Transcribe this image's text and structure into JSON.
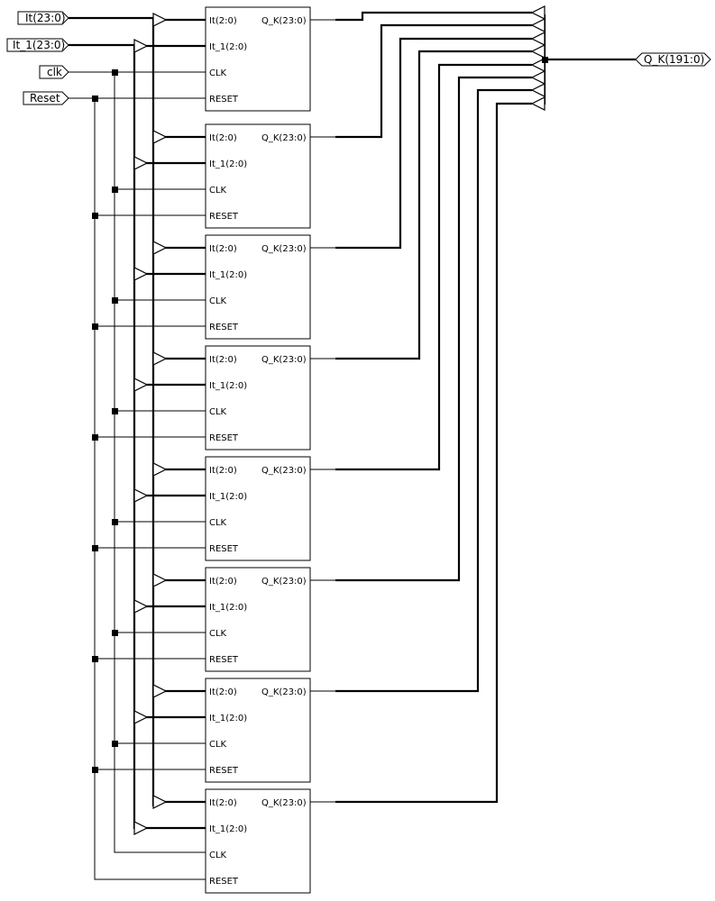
{
  "inputs": {
    "it": "It(23:0)",
    "it_1": "It_1(23:0)",
    "clk": "clk",
    "reset": "Reset"
  },
  "output": "Q_K(191:0)",
  "block_pins": {
    "it": "It(2:0)",
    "it_1": "It_1(2:0)",
    "clk": "CLK",
    "reset": "RESET",
    "q": "Q_K(23:0)"
  },
  "block_count": 8
}
